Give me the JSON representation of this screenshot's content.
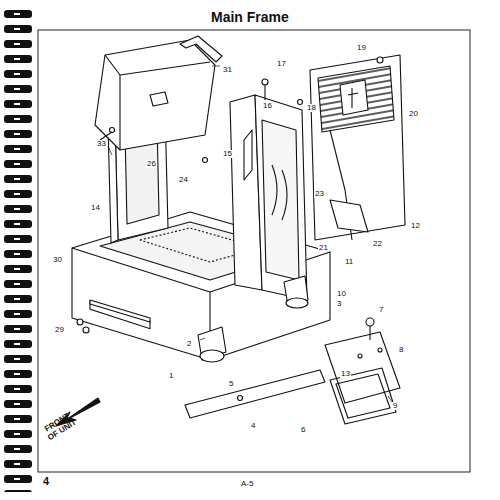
{
  "diagram": {
    "title": "Main Frame",
    "labels": [
      "31",
      "33",
      "26",
      "16",
      "18",
      "17",
      "15",
      "19",
      "20",
      "14",
      "24",
      "23",
      "21",
      "22",
      "12",
      "11",
      "10",
      "30",
      "29",
      "2",
      "1",
      "3",
      "7",
      "8",
      "13",
      "9",
      "5",
      "4",
      "6",
      "FRONT OF UNIT",
      "4",
      "A-5"
    ]
  }
}
